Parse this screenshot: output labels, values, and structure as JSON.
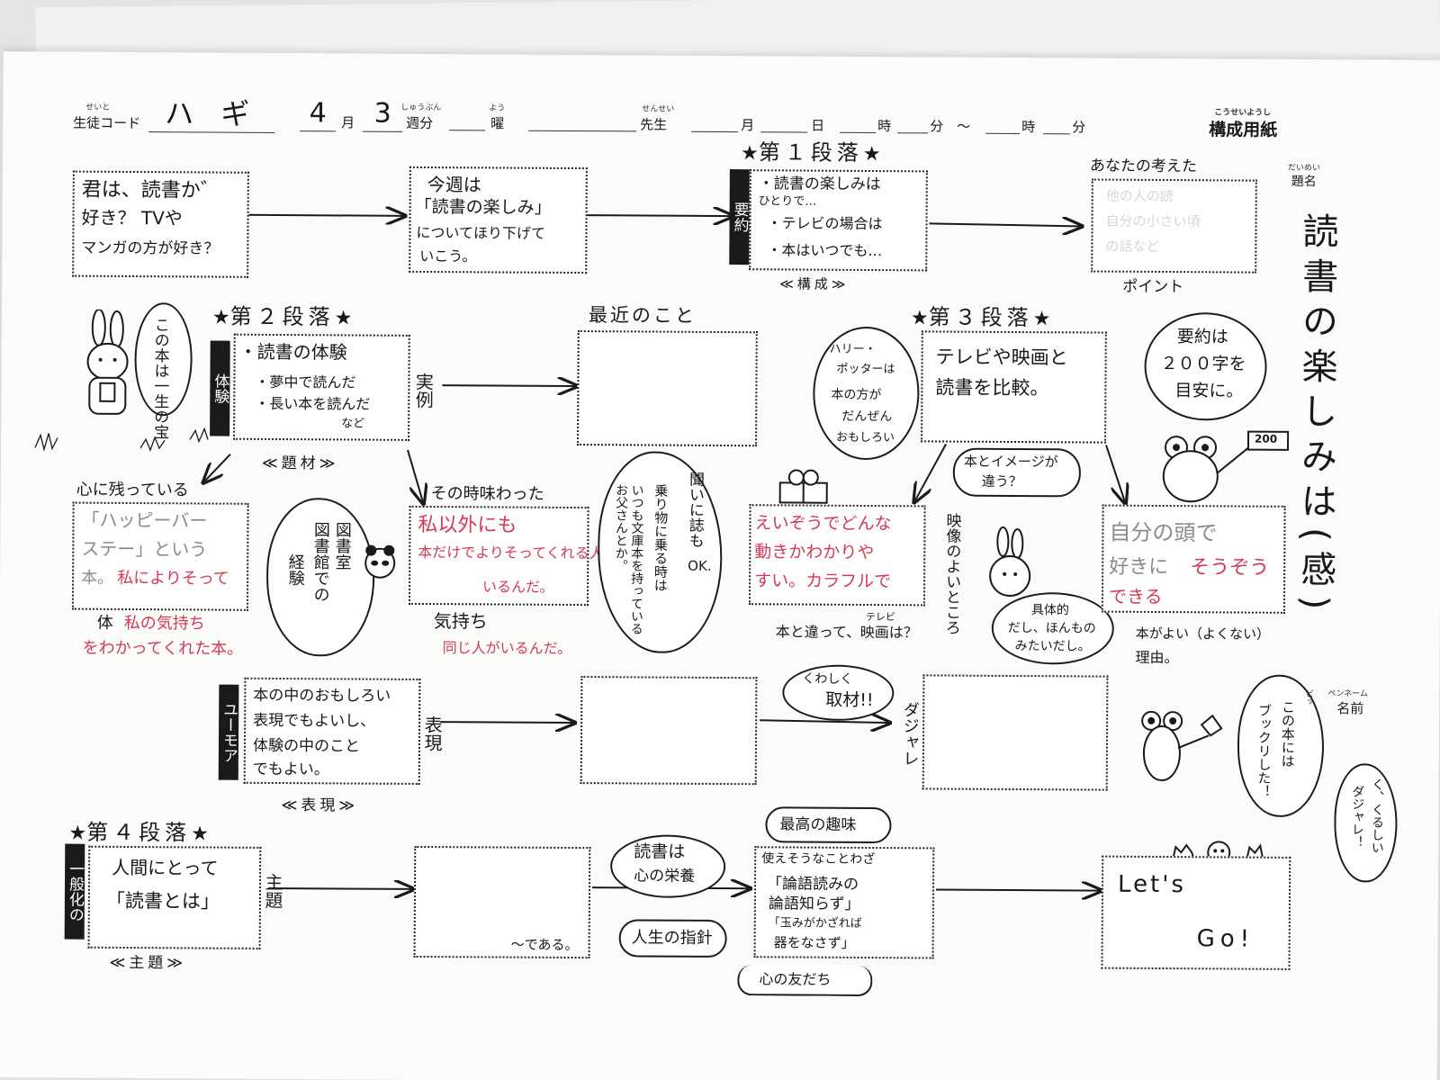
{
  "header": {
    "student_code_label": "生徒コード",
    "student_code_furi": "せいと",
    "student_code": "ハ ギ",
    "month": "4",
    "month_label": "月",
    "week": "3",
    "week_label": "週分",
    "week_furi": "しゅうぶん",
    "weekday_label": "曜",
    "weekday_furi": "よう",
    "teacher_label": "先生",
    "teacher_furi": "せんせい",
    "date_month_label": "月",
    "date_day_label": "日",
    "hour_label": "時",
    "minute_label": "分",
    "tilde": "～",
    "hour2_label": "時",
    "minute2_label": "分",
    "sheet_title": "構成用紙",
    "sheet_title_furi": "こうせいようし"
  },
  "title_area": {
    "title_label": "題名",
    "title_label_furi": "だいめい",
    "title": "読書の楽しみは(感)",
    "pen_name_label": "名前",
    "pen_name_furi": "ペンネーム"
  },
  "row1": {
    "box1": [
      "君は、読書か゛",
      "好き？ TVや",
      "マンガの方が好き？"
    ],
    "box2": [
      "今週は",
      "「読書の楽しみ」",
      "についてほり下げて",
      "いこう。"
    ],
    "section1": "第１段落",
    "tag1": "要約",
    "box3": [
      "・読書の楽しみは",
      "ひとりで…",
      "・テレビの場合は",
      "・本はいつでも…"
    ],
    "kousei": "≪構成≫",
    "your_thought_label": "あなたの考えた",
    "point_label": "ポイント",
    "box4_faint": [
      "他の人の読",
      "自分の小さい頃",
      "の話など"
    ]
  },
  "row2": {
    "rabbit_bubble": "この本は一生の宝",
    "section2": "第２段落",
    "tag_left": "体験",
    "tag_right": "実例",
    "box5": [
      "・読書の体験",
      "・夢中で読んだ",
      "・長い本を読んだ",
      "など"
    ],
    "daizai": "≪題材≫",
    "recent_label": "最近のこと",
    "section3": "第３段落",
    "harry_bubble": [
      "ハリー・",
      "ポッターは",
      "本の方が",
      "だんぜん",
      "おもしろい"
    ],
    "box6": [
      "テレビや映画と",
      "読書を比較。"
    ],
    "summary_bubble": [
      "要約は",
      "２００字を",
      "目安に。"
    ],
    "flag": "200"
  },
  "row3": {
    "kokoro_label": "心に残っている",
    "box7_grey": [
      "「ハッピーバー",
      "ステー」という",
      "本。"
    ],
    "box7_red": "私によりそって",
    "box7_tail": [
      "体",
      "私の気持ち",
      "をわかってくれた本。"
    ],
    "library_bubble": [
      "図書室",
      "図書館での",
      "経験"
    ],
    "sonotoki_label": "その時味わった",
    "box8_red": [
      "私以外にも",
      "本だけでよりそってくれる人が",
      "いるんだ。"
    ],
    "kimochi_label": "気持ち",
    "kimochi_red": "同じ人がいるんだ。",
    "train_bubble": [
      "聞いに誌も",
      "OK.",
      "乗り物に乗る時は",
      "いつも文庫本を持っているお父さんとか。"
    ],
    "compare_bubble": [
      "本とイメージが",
      "違う？"
    ],
    "box9": [
      "えいぞうでどんな",
      "動きかわかりや",
      "すい。カラフルで"
    ],
    "box9_tail": [
      "本と違って、",
      "テレビ",
      "映画は？"
    ],
    "eizou_label": "映像のよいところ",
    "gutai_bubble": [
      "具体的",
      "だし、ほんもの",
      "みたいだし。"
    ],
    "box10_grey": "自分の頭で",
    "box10_mix": [
      "好きに",
      "そうぞう"
    ],
    "box10_red": "できる",
    "reason_label": [
      "本がよい（よくない）",
      "理由。"
    ]
  },
  "row4": {
    "tag_humor": "ユーモア",
    "box11": [
      "本の中のおもしろい",
      "表現でもよいし、",
      "体験の中のこと",
      "でもよい。"
    ],
    "tag_hyogen": "表現",
    "hyogen": "≪表現≫",
    "shuzai_bubble": [
      "くわしく",
      "取材!!"
    ],
    "dajare_label": "ダジャレ",
    "saikou": "最高の趣味",
    "bikkuri_bubble": [
      "この本には",
      "ブックリした！"
    ],
    "bikkuri_furi": "ビッ"
  },
  "row5": {
    "section4": "第４段落",
    "tag_ippan": "一般化の",
    "box12": [
      "人間にとって",
      "「読書とは」"
    ],
    "tag_shudai": "主題",
    "shudai": "≪主題≫",
    "de_aru": "～である。",
    "eiyou_bubble": [
      "読書は",
      "心の栄養"
    ],
    "shishin": "人生の指針",
    "box13_label": "使えそうなことわざ",
    "box13": [
      "「論語読みの",
      "論語知らず」",
      "「玉みがかざれば",
      "器をなさず」"
    ],
    "kokoro_tomo": "心の友だち",
    "lets_go": [
      "Let's",
      "Go!"
    ],
    "kurushii_bubble": [
      "く、くるしい",
      "ダジャレ！"
    ]
  }
}
